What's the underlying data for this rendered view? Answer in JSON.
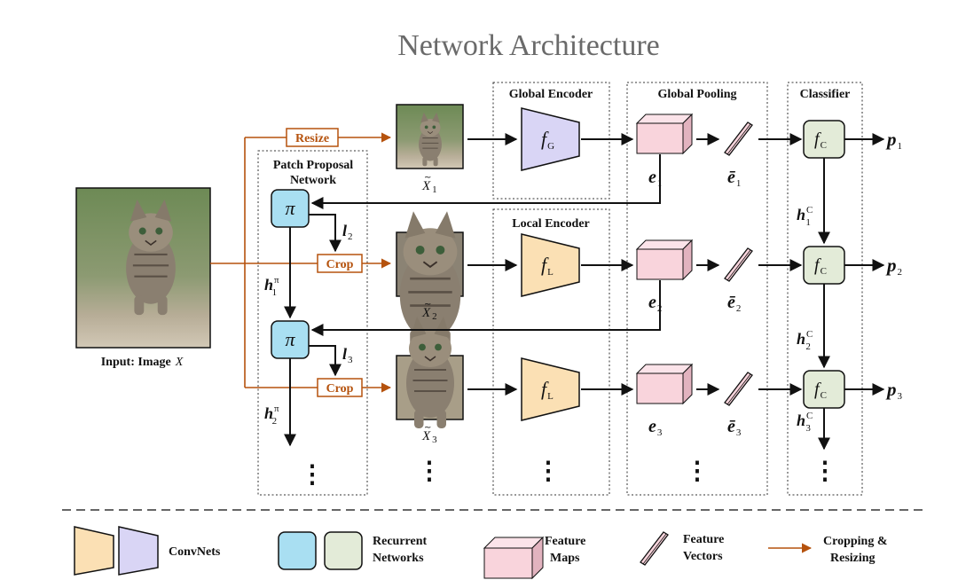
{
  "title": "Network Architecture",
  "sections": {
    "patch_proposal": [
      "Patch Proposal",
      "Network"
    ],
    "global_encoder": "Global Encoder",
    "local_encoder": "Local Encoder",
    "global_pooling": "Global Pooling",
    "classifier": "Classifier"
  },
  "ops": {
    "resize": "Resize",
    "crop1": "Crop",
    "crop2": "Crop"
  },
  "input_label": "Input: Image",
  "input_symbol": "X",
  "policy_symbol": "π",
  "encoders": {
    "global": {
      "f": "f",
      "sub": "G"
    },
    "local1": {
      "f": "f",
      "sub": "L"
    },
    "local2": {
      "f": "f",
      "sub": "L"
    },
    "classifier": {
      "f": "f",
      "sub": "C"
    }
  },
  "rows": [
    {
      "patch": "X",
      "patch_sub": "1",
      "feature": "e",
      "feature_sub": "1",
      "vector": "ē",
      "vector_sub": "1",
      "output": "p",
      "output_sub": "1"
    },
    {
      "patch": "X",
      "patch_sub": "2",
      "feature": "e",
      "feature_sub": "2",
      "vector": "ē",
      "vector_sub": "2",
      "output": "p",
      "output_sub": "2",
      "loc": "l",
      "loc_sub": "2"
    },
    {
      "patch": "X",
      "patch_sub": "3",
      "feature": "e",
      "feature_sub": "3",
      "vector": "ē",
      "vector_sub": "3",
      "output": "p",
      "output_sub": "3",
      "loc": "l",
      "loc_sub": "3"
    }
  ],
  "hidden": {
    "pi": [
      {
        "h": "h",
        "sub": "1",
        "sup": "π"
      },
      {
        "h": "h",
        "sub": "2",
        "sup": "π"
      }
    ],
    "c": [
      {
        "h": "h",
        "sub": "1",
        "sup": "C"
      },
      {
        "h": "h",
        "sub": "2",
        "sup": "C"
      },
      {
        "h": "h",
        "sub": "3",
        "sup": "C"
      }
    ]
  },
  "ellipsis": "⋮",
  "legend": {
    "convnets": "ConvNets",
    "recurrent": [
      "Recurrent",
      "Networks"
    ],
    "feature_maps": [
      "Feature",
      "Maps"
    ],
    "feature_vectors": [
      "Feature",
      "Vectors"
    ],
    "crop_resize": [
      "Cropping &",
      "Resizing"
    ]
  },
  "colors": {
    "global_encoder": "#d9d5f5",
    "local_encoder": "#fbe0b4",
    "policy": "#a9dff2",
    "classifier": "#e3ebd8",
    "feature_map": "#f9d4dc",
    "crop_arrow": "#b5520d",
    "cat_bg": "#7f9a63"
  }
}
